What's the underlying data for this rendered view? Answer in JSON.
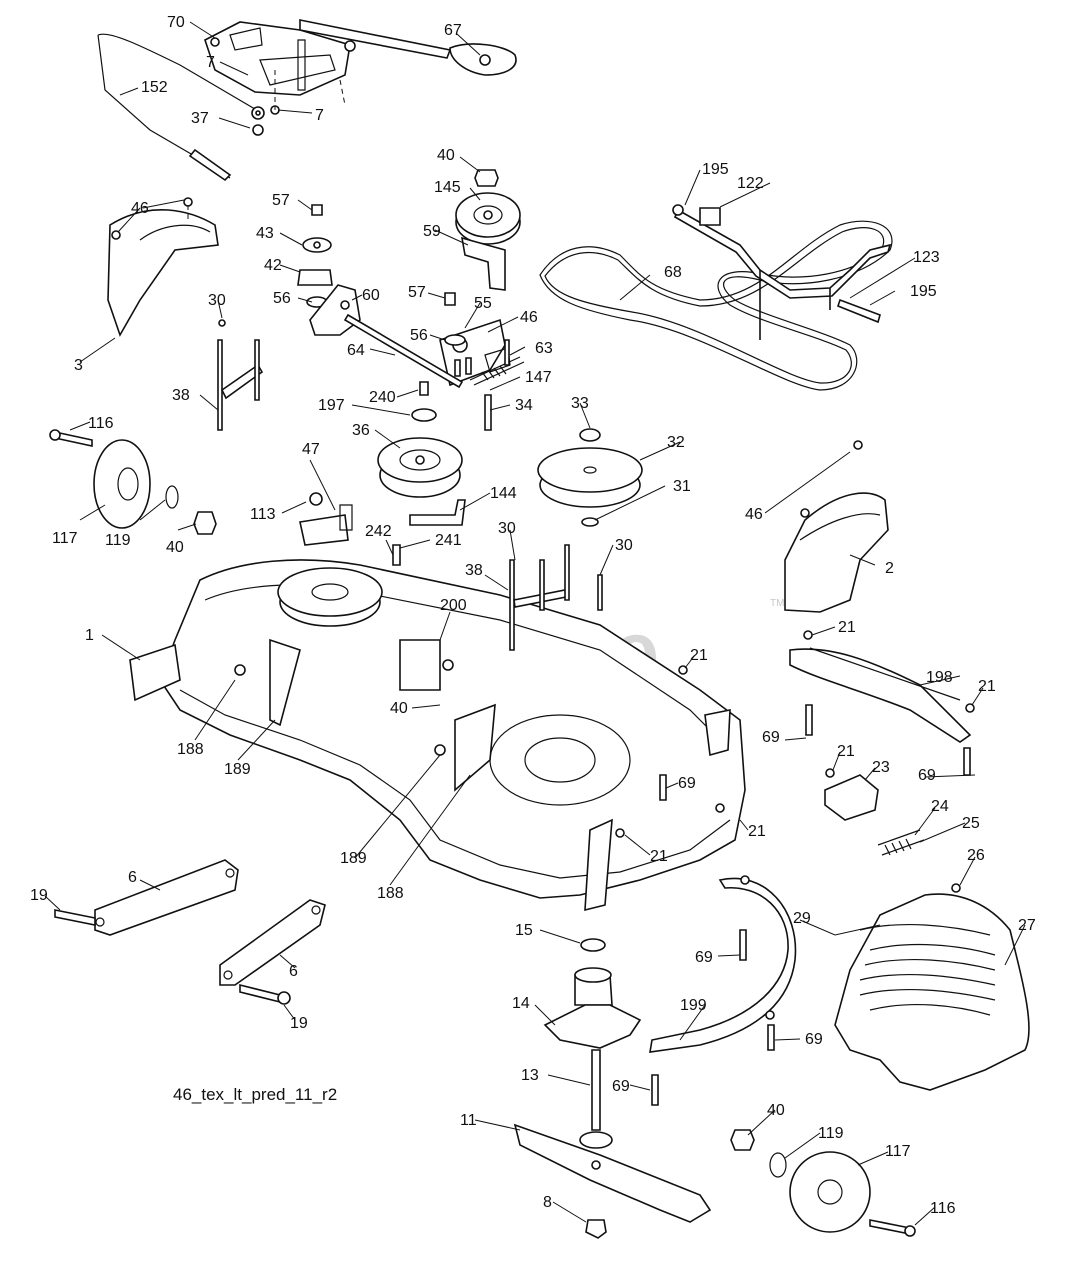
{
  "diagram": {
    "caption": "46_tex_lt_pred_11_r2",
    "watermark": "PartsTree",
    "watermark_tm": "TM",
    "labels": [
      {
        "id": "l70",
        "text": "70"
      },
      {
        "id": "l67",
        "text": "67"
      },
      {
        "id": "l7a",
        "text": "7"
      },
      {
        "id": "l7b",
        "text": "7"
      },
      {
        "id": "l152",
        "text": "152"
      },
      {
        "id": "l37",
        "text": "37"
      },
      {
        "id": "l40a",
        "text": "40"
      },
      {
        "id": "l145",
        "text": "145"
      },
      {
        "id": "l195a",
        "text": "195"
      },
      {
        "id": "l122",
        "text": "122"
      },
      {
        "id": "l46a",
        "text": "46"
      },
      {
        "id": "l57a",
        "text": "57"
      },
      {
        "id": "l43",
        "text": "43"
      },
      {
        "id": "l59",
        "text": "59"
      },
      {
        "id": "l42",
        "text": "42"
      },
      {
        "id": "l68",
        "text": "68"
      },
      {
        "id": "l123",
        "text": "123"
      },
      {
        "id": "l30a",
        "text": "30"
      },
      {
        "id": "l56a",
        "text": "56"
      },
      {
        "id": "l60",
        "text": "60"
      },
      {
        "id": "l57b",
        "text": "57"
      },
      {
        "id": "l195b",
        "text": "195"
      },
      {
        "id": "l55",
        "text": "55"
      },
      {
        "id": "l3",
        "text": "3"
      },
      {
        "id": "l56b",
        "text": "56"
      },
      {
        "id": "l46b",
        "text": "46"
      },
      {
        "id": "l64",
        "text": "64"
      },
      {
        "id": "l63",
        "text": "63"
      },
      {
        "id": "l147",
        "text": "147"
      },
      {
        "id": "l240",
        "text": "240"
      },
      {
        "id": "l38a",
        "text": "38"
      },
      {
        "id": "l34",
        "text": "34"
      },
      {
        "id": "l197",
        "text": "197"
      },
      {
        "id": "l33",
        "text": "33"
      },
      {
        "id": "l116a",
        "text": "116"
      },
      {
        "id": "l36",
        "text": "36"
      },
      {
        "id": "l32",
        "text": "32"
      },
      {
        "id": "l47",
        "text": "47"
      },
      {
        "id": "l31",
        "text": "31"
      },
      {
        "id": "l144",
        "text": "144"
      },
      {
        "id": "l113",
        "text": "113"
      },
      {
        "id": "l46c",
        "text": "46"
      },
      {
        "id": "l117a",
        "text": "117"
      },
      {
        "id": "l119a",
        "text": "119"
      },
      {
        "id": "l40b",
        "text": "40"
      },
      {
        "id": "l242",
        "text": "242"
      },
      {
        "id": "l241",
        "text": "241"
      },
      {
        "id": "l30b",
        "text": "30"
      },
      {
        "id": "l30c",
        "text": "30"
      },
      {
        "id": "l2",
        "text": "2"
      },
      {
        "id": "l38b",
        "text": "38"
      },
      {
        "id": "l200",
        "text": "200"
      },
      {
        "id": "l1",
        "text": "1"
      },
      {
        "id": "l21a",
        "text": "21"
      },
      {
        "id": "l21b",
        "text": "21"
      },
      {
        "id": "l198",
        "text": "198"
      },
      {
        "id": "l21c",
        "text": "21"
      },
      {
        "id": "l40c",
        "text": "40"
      },
      {
        "id": "l188a",
        "text": "188"
      },
      {
        "id": "l69a",
        "text": "69"
      },
      {
        "id": "l189a",
        "text": "189"
      },
      {
        "id": "l21d",
        "text": "21"
      },
      {
        "id": "l23",
        "text": "23"
      },
      {
        "id": "l69b",
        "text": "69"
      },
      {
        "id": "l69c",
        "text": "69"
      },
      {
        "id": "l24",
        "text": "24"
      },
      {
        "id": "l25",
        "text": "25"
      },
      {
        "id": "l21e",
        "text": "21"
      },
      {
        "id": "l21f",
        "text": "21"
      },
      {
        "id": "l189b",
        "text": "189"
      },
      {
        "id": "l26",
        "text": "26"
      },
      {
        "id": "l188b",
        "text": "188"
      },
      {
        "id": "l6a",
        "text": "6"
      },
      {
        "id": "l19a",
        "text": "19"
      },
      {
        "id": "l29",
        "text": "29"
      },
      {
        "id": "l27",
        "text": "27"
      },
      {
        "id": "l15",
        "text": "15"
      },
      {
        "id": "l69d",
        "text": "69"
      },
      {
        "id": "l6b",
        "text": "6"
      },
      {
        "id": "l14",
        "text": "14"
      },
      {
        "id": "l199",
        "text": "199"
      },
      {
        "id": "l19b",
        "text": "19"
      },
      {
        "id": "l69e",
        "text": "69"
      },
      {
        "id": "l13",
        "text": "13"
      },
      {
        "id": "l69f",
        "text": "69"
      },
      {
        "id": "l11",
        "text": "11"
      },
      {
        "id": "l40d",
        "text": "40"
      },
      {
        "id": "l119b",
        "text": "119"
      },
      {
        "id": "l117b",
        "text": "117"
      },
      {
        "id": "l8",
        "text": "8"
      },
      {
        "id": "l116b",
        "text": "116"
      }
    ]
  }
}
